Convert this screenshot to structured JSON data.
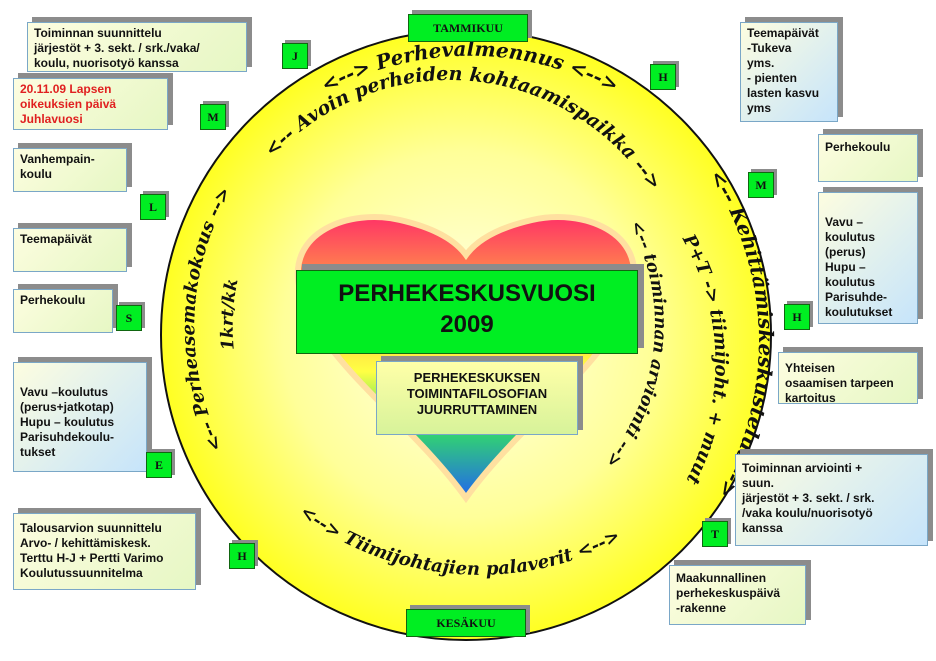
{
  "months": {
    "top": "TAMMIKUU",
    "bottom": "KESÄKUU"
  },
  "center": {
    "title_line1": "PERHEKESKUSVUOSI",
    "title_line2": "2009",
    "sub_lines": [
      "PERHEKESKUKSEN",
      "TOIMINTAFILOSOFIAN",
      "JUURRUTTAMINEN"
    ]
  },
  "ring_texts": {
    "perhevalmennus": "<--> Perhevalmennus <-->",
    "avoin": "<-- Avoin perheiden kohtaamispaikka -->",
    "kehittamis": "<-- Kehittämiskeskustelut -->",
    "pt": "P+T -> tiimijoht. + muut",
    "toiminnan": "<-- toiminnan arviointi -->",
    "tiimijohtajien": "<--> Tiimijohtajien palaverit <-->",
    "perheasema": "<-- Perheasemakokous -->",
    "krt": "1krt/kk"
  },
  "left_boxes": [
    {
      "lines": [
        "Toiminnan suunnittelu",
        "järjestöt + 3. sekt. / srk./vaka/",
        "koulu, nuorisotyö kanssa"
      ]
    },
    {
      "lines": [
        "20.11.09 Lapsen",
        "oikeuksien päivä",
        "Juhlavuosi"
      ]
    },
    {
      "lines": [
        "Vanhempain-",
        "koulu"
      ]
    },
    {
      "lines": [
        "Teemapäivät"
      ]
    },
    {
      "lines": [
        "Perhekoulu"
      ]
    },
    {
      "lines": [
        "Vavu –koulutus",
        "(perus+jatkotap)",
        "Hupu – koulutus",
        "Parisuhdekoulu-",
        "tukset"
      ]
    },
    {
      "lines": [
        "Talousarvion suunnittelu",
        "Arvo- / kehittämiskesk.",
        "Terttu H-J + Pertti Varimo",
        "Koulutussuunnitelma"
      ]
    }
  ],
  "right_boxes": [
    {
      "lines": [
        "Teemapäivät",
        "-Tukeva",
        "yms.",
        "- pienten",
        "lasten kasvu",
        "yms"
      ]
    },
    {
      "lines": [
        "Perhekoulu"
      ]
    },
    {
      "lines": [
        "Vavu –",
        "koulutus",
        "(perus)",
        "Hupu –",
        "koulutus",
        "Parisuhde-",
        "koulutukset"
      ]
    },
    {
      "lines": [
        "Yhteisen",
        "osaamisen tarpeen",
        "kartoitus"
      ]
    },
    {
      "lines": [
        "Toiminnan arviointi +",
        "suun.",
        "järjestöt + 3. sekt. / srk.",
        "/vaka koulu/nuorisotyö",
        "kanssa"
      ]
    },
    {
      "lines": [
        "Maakunnallinen",
        "perhekeskuspäivä",
        "-rakenne"
      ]
    }
  ],
  "month_tags": [
    "J",
    "H",
    "M",
    "M",
    "L",
    "S",
    "H",
    "E",
    "T",
    "H"
  ],
  "colors": {
    "circle_fill": "#ffff44",
    "circle_center": "#ffffee",
    "tag_green": "#00ee22",
    "heart_top": "#ff4466",
    "heart_bottom": "#2277ee"
  }
}
